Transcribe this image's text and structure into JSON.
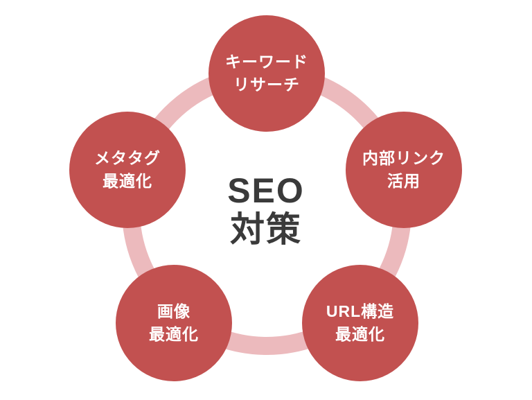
{
  "diagram": {
    "center_label": "SEO\n対策",
    "nodes": [
      {
        "id": "keyword-research",
        "position": "top",
        "label": "キーワード\nリサーチ"
      },
      {
        "id": "meta-tag",
        "position": "left",
        "label": "メタタグ\n最適化"
      },
      {
        "id": "internal-link",
        "position": "right",
        "label": "内部リンク\n活用"
      },
      {
        "id": "image-optimization",
        "position": "bottom-left",
        "label": "画像\n最適化"
      },
      {
        "id": "url-structure",
        "position": "bottom-right",
        "label": "URL構造\n最適化"
      }
    ],
    "colors": {
      "background": "#ffffff",
      "node_fill": "#c25150",
      "node_text": "#ffffff",
      "ring": "#ecbabd",
      "center_text": "#3a3a3a"
    }
  }
}
